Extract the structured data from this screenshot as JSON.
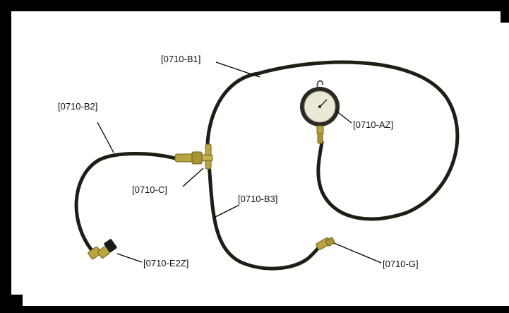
{
  "figure": {
    "colors": {
      "background": "#ffffff",
      "border": "#000000",
      "hose": "#1e1e14",
      "fitting_brass": "#b8a540",
      "leader_line": "#000000",
      "label_text": "#111111"
    },
    "parts": [
      {
        "id": "b1",
        "label": "[0710-B1]",
        "description": "hose"
      },
      {
        "id": "b2",
        "label": "[0710-B2]",
        "description": "hose"
      },
      {
        "id": "az",
        "label": "[0710-AZ]",
        "description": "pressure gauge"
      },
      {
        "id": "c",
        "label": "[0710-C]",
        "description": "tee fitting"
      },
      {
        "id": "b3",
        "label": "[0710-B3]",
        "description": "hose"
      },
      {
        "id": "e2z",
        "label": "[0710-E2Z]",
        "description": "end fitting"
      },
      {
        "id": "g",
        "label": "[0710-G]",
        "description": "end fitting"
      }
    ]
  }
}
